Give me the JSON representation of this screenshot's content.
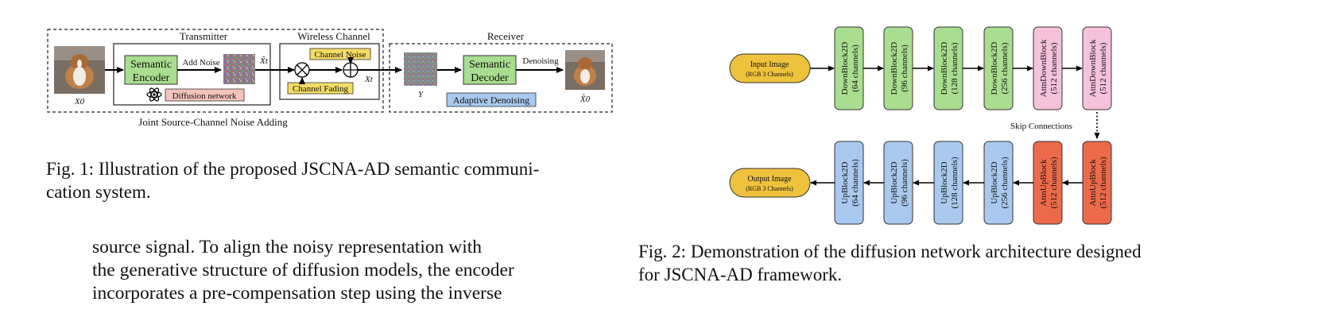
{
  "fig1": {
    "labels": {
      "transmitter": "Transmitter",
      "wireless_channel": "Wireless Channel",
      "receiver": "Receiver",
      "semantic_encoder": [
        "Semantic",
        "Encoder"
      ],
      "add_noise": "Add Noise",
      "x_tilde_t": "X̃t",
      "diffusion_network": "Diffusion network",
      "channel_noise": "Channel Noise",
      "channel_fading": "Channel Fading",
      "x_t": "Xt",
      "y": "Y",
      "semantic_decoder": [
        "Semantic",
        "Decoder"
      ],
      "denoising": "Denoising",
      "adaptive_denoising": "Adaptive Denoising",
      "x0": "X0",
      "x0_hat": "X̂0",
      "joint_label": "Joint Source-Channel Noise Adding"
    },
    "caption": "Fig. 1: Illustration of the proposed JSCNA-AD semantic communi-",
    "caption_line2": "cation system.",
    "colors": {
      "green": "#a9dd8f",
      "yellow": "#f3dc66",
      "pink": "#f4c3bb",
      "blue": "#a9c9ee"
    }
  },
  "fig2": {
    "input": [
      "Input Image",
      "(RGB 3 Channels)"
    ],
    "output": [
      "Output Image",
      "(RGB 3 Channels)"
    ],
    "down_blocks": [
      {
        "name": "DownBlock2D",
        "ch": "(64 channels)"
      },
      {
        "name": "DownBlock2D",
        "ch": "(96 channels)"
      },
      {
        "name": "DownBlock2D",
        "ch": "(128 channels)"
      },
      {
        "name": "DownBlock2D",
        "ch": "(256 channels)"
      },
      {
        "name": "AttnDownBlock",
        "ch": "(512 channels)"
      },
      {
        "name": "AttnDownBlock",
        "ch": "(512 channels)"
      }
    ],
    "up_blocks": [
      {
        "name": "UpBlock2D",
        "ch": "(64 channels)"
      },
      {
        "name": "UpBlock2D",
        "ch": "(96 channels)"
      },
      {
        "name": "UpBlock2D",
        "ch": "(128 channels)"
      },
      {
        "name": "UpBlock2D",
        "ch": "(256 channels)"
      },
      {
        "name": "AttnUpBlock",
        "ch": "(512 channels)"
      },
      {
        "name": "AttnUpBlock",
        "ch": "(512 channels)"
      }
    ],
    "skip_connections": "Skip Connections",
    "caption": "Fig. 2: Demonstration of the diffusion network architecture designed",
    "caption_line2": "for JSCNA-AD framework.",
    "colors": {
      "io": "#eec23c",
      "down": "#a9dd8f",
      "attn_down": "#f5c2dc",
      "up": "#a9c9ee",
      "attn_up": "#ec6a4a"
    }
  },
  "body_text": [
    "source signal. To align the noisy representation with",
    "the generative structure of diffusion models, the encoder",
    "incorporates a pre-compensation step using the inverse"
  ]
}
